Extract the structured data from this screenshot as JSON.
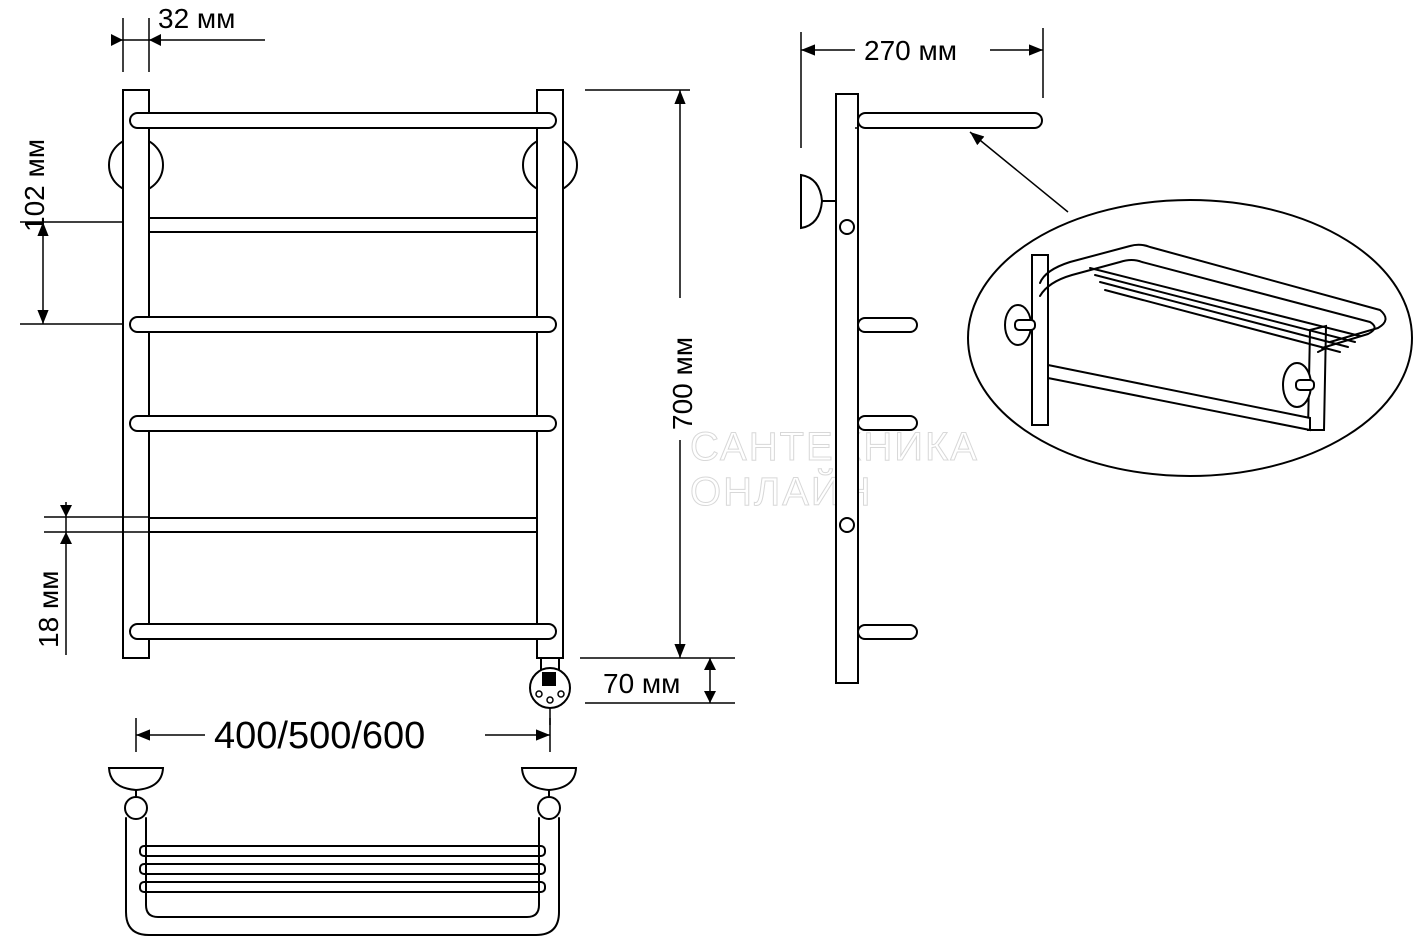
{
  "dimensions": {
    "tube_width": "32 мм",
    "depth": "270 мм",
    "rung_spacing": "102 мм",
    "height": "700 мм",
    "tube_diameter": "18 мм",
    "thermostat_offset": "70 мм",
    "widths": "400/500/600"
  },
  "watermark": {
    "line1": "САНТЕХНИКА",
    "line2": "ОНЛАЙН"
  }
}
